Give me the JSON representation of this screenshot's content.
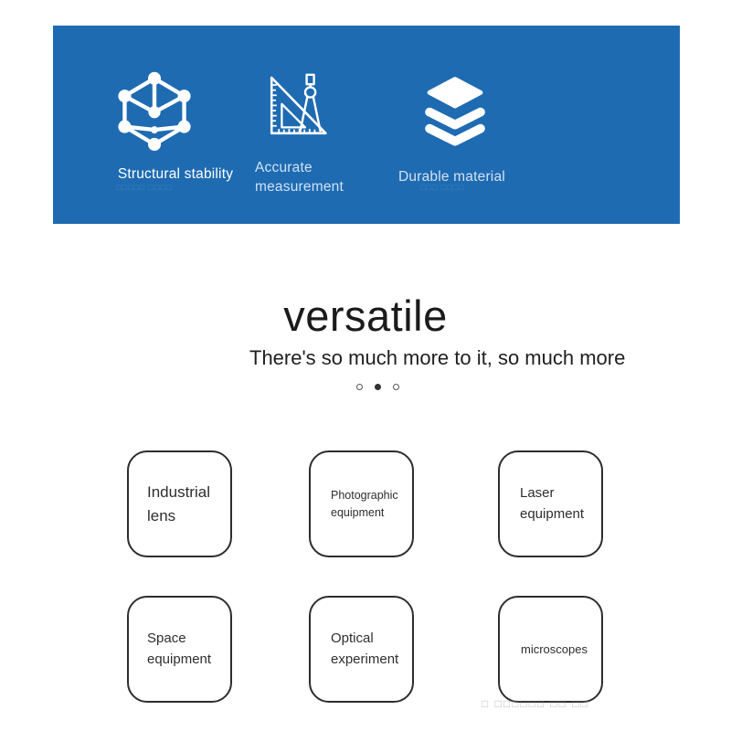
{
  "banner": {
    "bg_color": "#1e6bb2",
    "features": [
      {
        "icon": "cube-lattice-icon",
        "label": "Structural stability"
      },
      {
        "icon": "set-square-compass-icon",
        "label": "Accurate measurement"
      },
      {
        "icon": "stacked-layers-icon",
        "label": "Durable material"
      }
    ],
    "ghost_marks": [
      "□□□□□ □□□□",
      "□□□ □□□□"
    ]
  },
  "hero": {
    "title": "versatile",
    "subtitle": "There's so much more to it, so much more",
    "carousel": {
      "dot_count": 3,
      "active_dot_index": 1
    }
  },
  "categories": [
    {
      "label": "Industrial lens"
    },
    {
      "label": "Photographic equipment"
    },
    {
      "label": "Laser equipment"
    },
    {
      "label": "Space equipment"
    },
    {
      "label": "Optical experiment"
    },
    {
      "label": "microscopes"
    }
  ],
  "watermark_text": "□ □□□□□□ □□ □□",
  "colors": {
    "banner_blue": "#1e6bb2",
    "text_dark": "#1b1b1b",
    "card_border": "#2d2d2d"
  }
}
